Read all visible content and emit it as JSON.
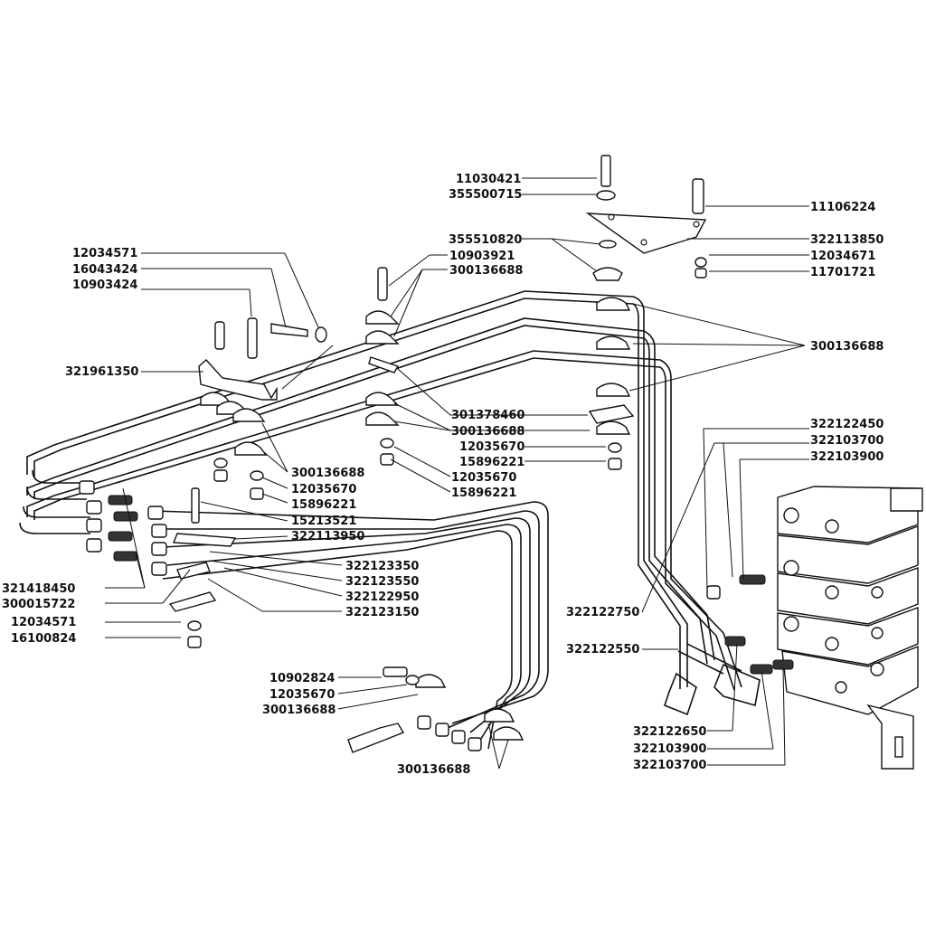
{
  "labels": [
    "11030421",
    "355500715",
    "11106224",
    "355510820",
    "322113850",
    "10903921",
    "12034671",
    "300136688",
    "11701721",
    "12034571",
    "16043424",
    "10903424",
    "300136688",
    "321961350",
    "301378460",
    "300136688",
    "12035670",
    "15896221",
    "300136688",
    "12035670",
    "12035670",
    "15896221",
    "15896221",
    "15213521",
    "322113950",
    "322122450",
    "322103700",
    "322103900",
    "322123350",
    "322123550",
    "322122950",
    "322123150",
    "321418450",
    "300015722",
    "12034571",
    "16100824",
    "322122750",
    "322122550",
    "10902824",
    "12035670",
    "300136688",
    "300136688",
    "322122650",
    "322103900",
    "322103700"
  ]
}
